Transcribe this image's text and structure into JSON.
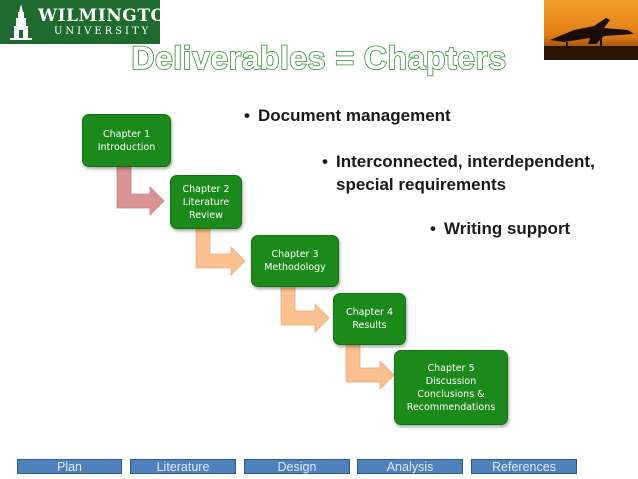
{
  "logo": {
    "line1": "WILMINGTON",
    "line2": "UNIVERSITY"
  },
  "title": "Deliverables = Chapters",
  "bullets": [
    "Document management",
    "Interconnected, interdependent,",
    "special requirements",
    "Writing support"
  ],
  "chapters": [
    {
      "line1": "Chapter 1",
      "line2": "Introduction"
    },
    {
      "line1": "Chapter 2",
      "line2": "Literature",
      "line3": "Review"
    },
    {
      "line1": "Chapter 3",
      "line2": "Methodology"
    },
    {
      "line1": "Chapter 4",
      "line2": "Results"
    },
    {
      "line1": "Chapter 5",
      "line2": "Discussion",
      "line3": "Conclusions &",
      "line4": "Recommendations"
    }
  ],
  "nav": [
    "Plan",
    "Literature",
    "Design",
    "Analysis",
    "References"
  ],
  "colors": {
    "box": "#1b8a1b",
    "first_arrow": "#d99594",
    "arrows": "#fac090",
    "nav": "#4f81bd",
    "title_outline": "#2f8f2f"
  }
}
